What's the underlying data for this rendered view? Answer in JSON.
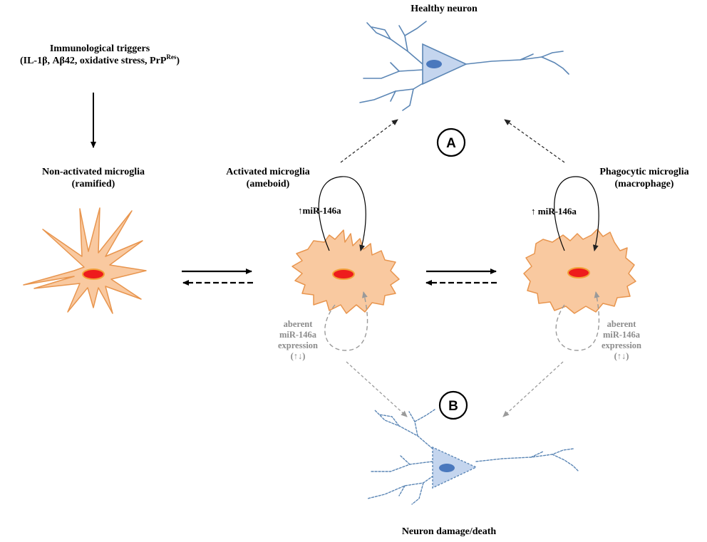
{
  "labels": {
    "healthy_neuron": "Healthy neuron",
    "triggers_line1": "Immunological  triggers",
    "triggers_line2_main": "(IL-1β, Aβ42, oxidative stress, PrP",
    "triggers_line2_sup": "Res",
    "triggers_line2_end": ")",
    "nonactivated_line1": "Non-activated microglia",
    "nonactivated_line2": "(ramified)",
    "activated_line1": "Activated microglia",
    "activated_line2": "(ameboid)",
    "phagocytic_line1": "Phagocytic microglia",
    "phagocytic_line2": "(macrophage)",
    "mir_up_activated": "↑miR-146a",
    "mir_up_phagocytic": "↑ miR-146a",
    "aberrant_left": [
      "aberent",
      "miR-146a",
      "expression",
      "(↑↓)"
    ],
    "aberrant_right": [
      "aberent",
      "miR-146a",
      "expression",
      "(↑↓)"
    ],
    "circle_a": "A",
    "circle_b": "B",
    "neuron_damage": "Neuron damage/death"
  },
  "colors": {
    "cell_fill": "#f9c9a0",
    "cell_stroke": "#e8954e",
    "nucleus_fill": "#ee1c1c",
    "nucleus_stroke": "#f2a23a",
    "neuron_line": "#5b86b5",
    "neuron_body_fill": "#c4d5ee",
    "neuron_nucleus": "#4a78bd",
    "grey_text": "#8c8c8c"
  }
}
